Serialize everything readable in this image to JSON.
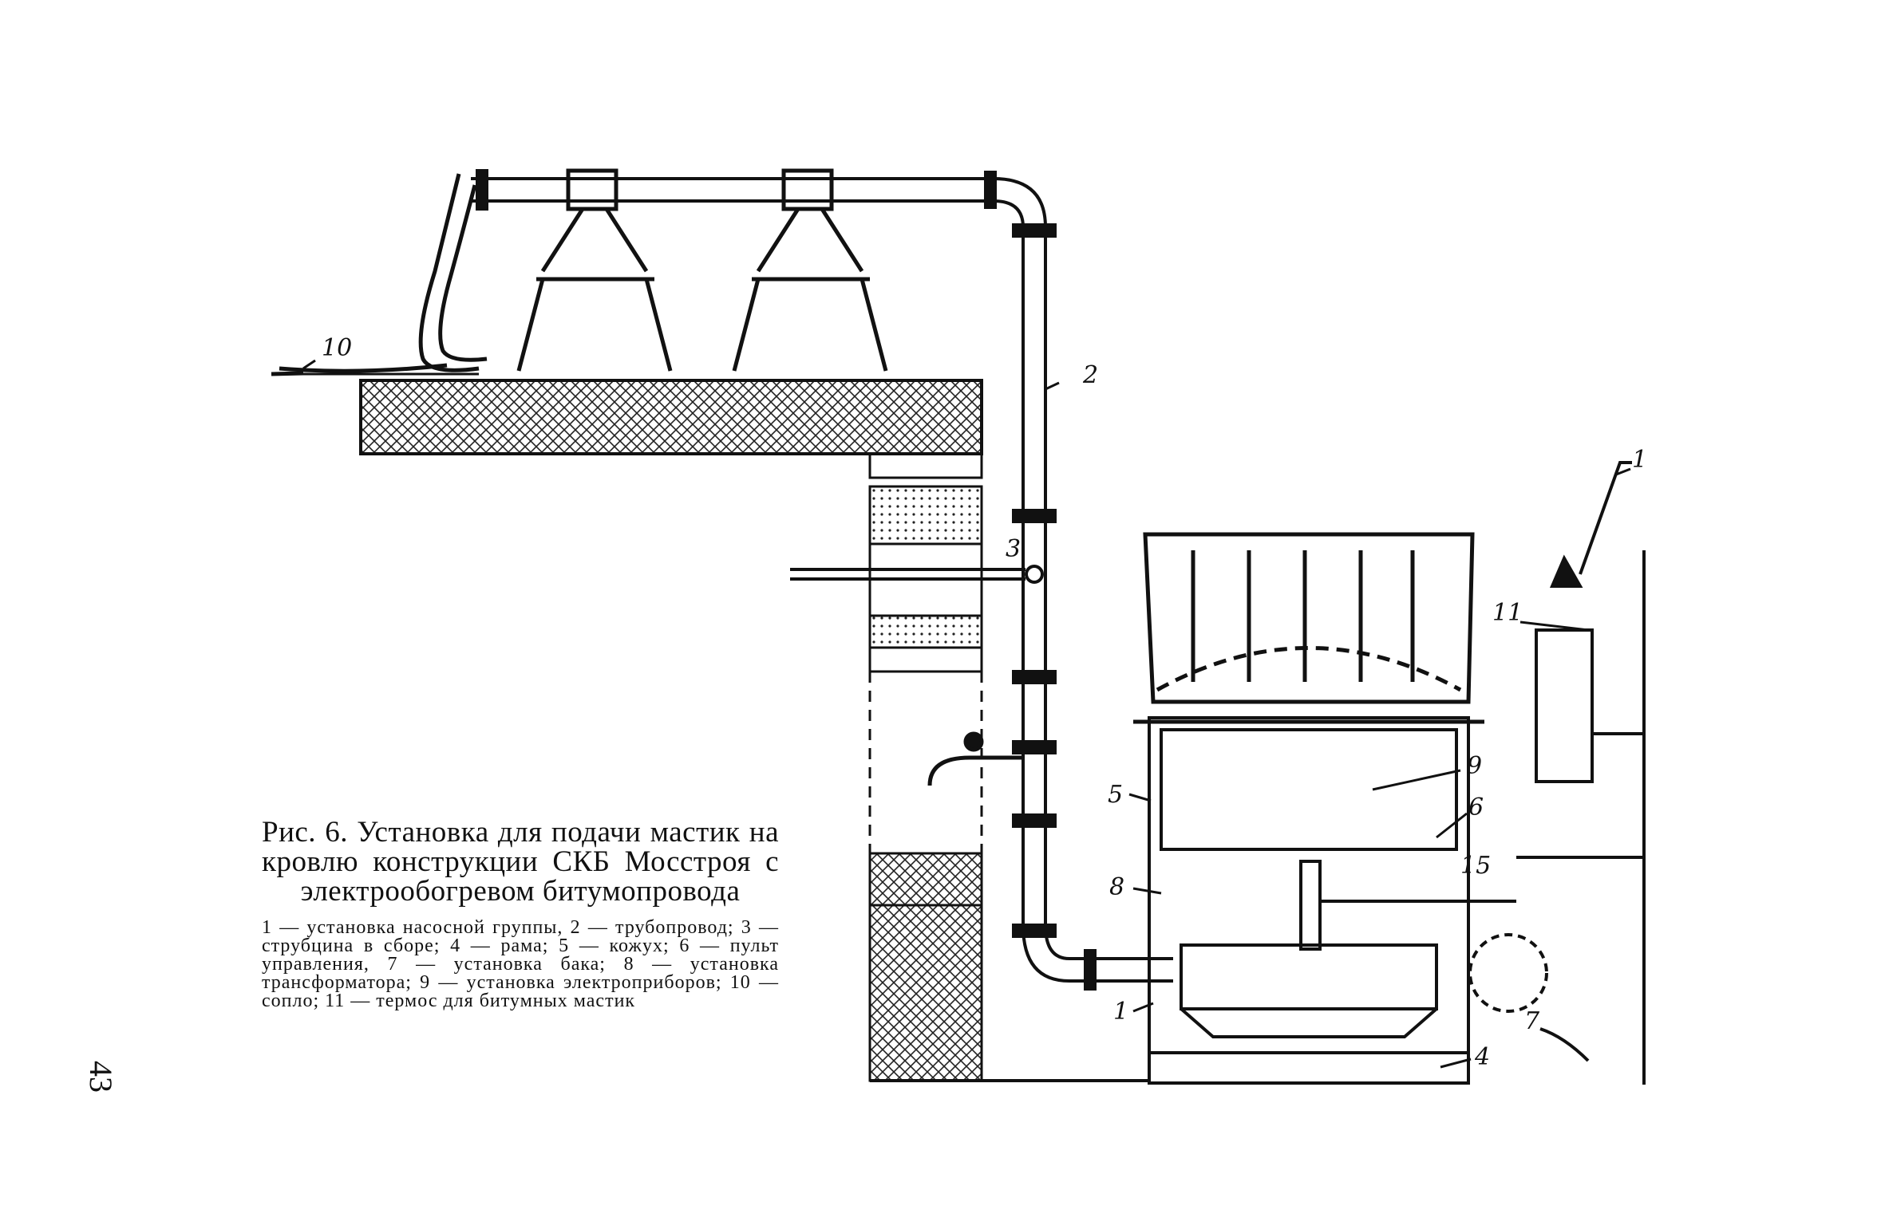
{
  "page": {
    "number": "43"
  },
  "figure": {
    "caption_title": "Рис. 6. Установка для подачи мастик на кровлю конструкции СКБ Мосстроя с электрообогревом битумопровода",
    "legend": "1 — установка насосной группы, 2 — трубопровод; 3 — струбцина в сборе; 4 — рама; 5 — кожух; 6 — пульт управления, 7 — установка бака; 8 — установка трансформатора; 9 — установка электроприборов; 10 — сопло; 11 — термос для битумных мастик",
    "callouts": {
      "c1_top": "1",
      "c1_bottom": "1",
      "c2": "2",
      "c3": "3",
      "c4": "4",
      "c5": "5",
      "c6": "6",
      "c7": "7",
      "c8": "8",
      "c9": "9",
      "c10": "10",
      "c11": "11",
      "c15": "15"
    }
  }
}
